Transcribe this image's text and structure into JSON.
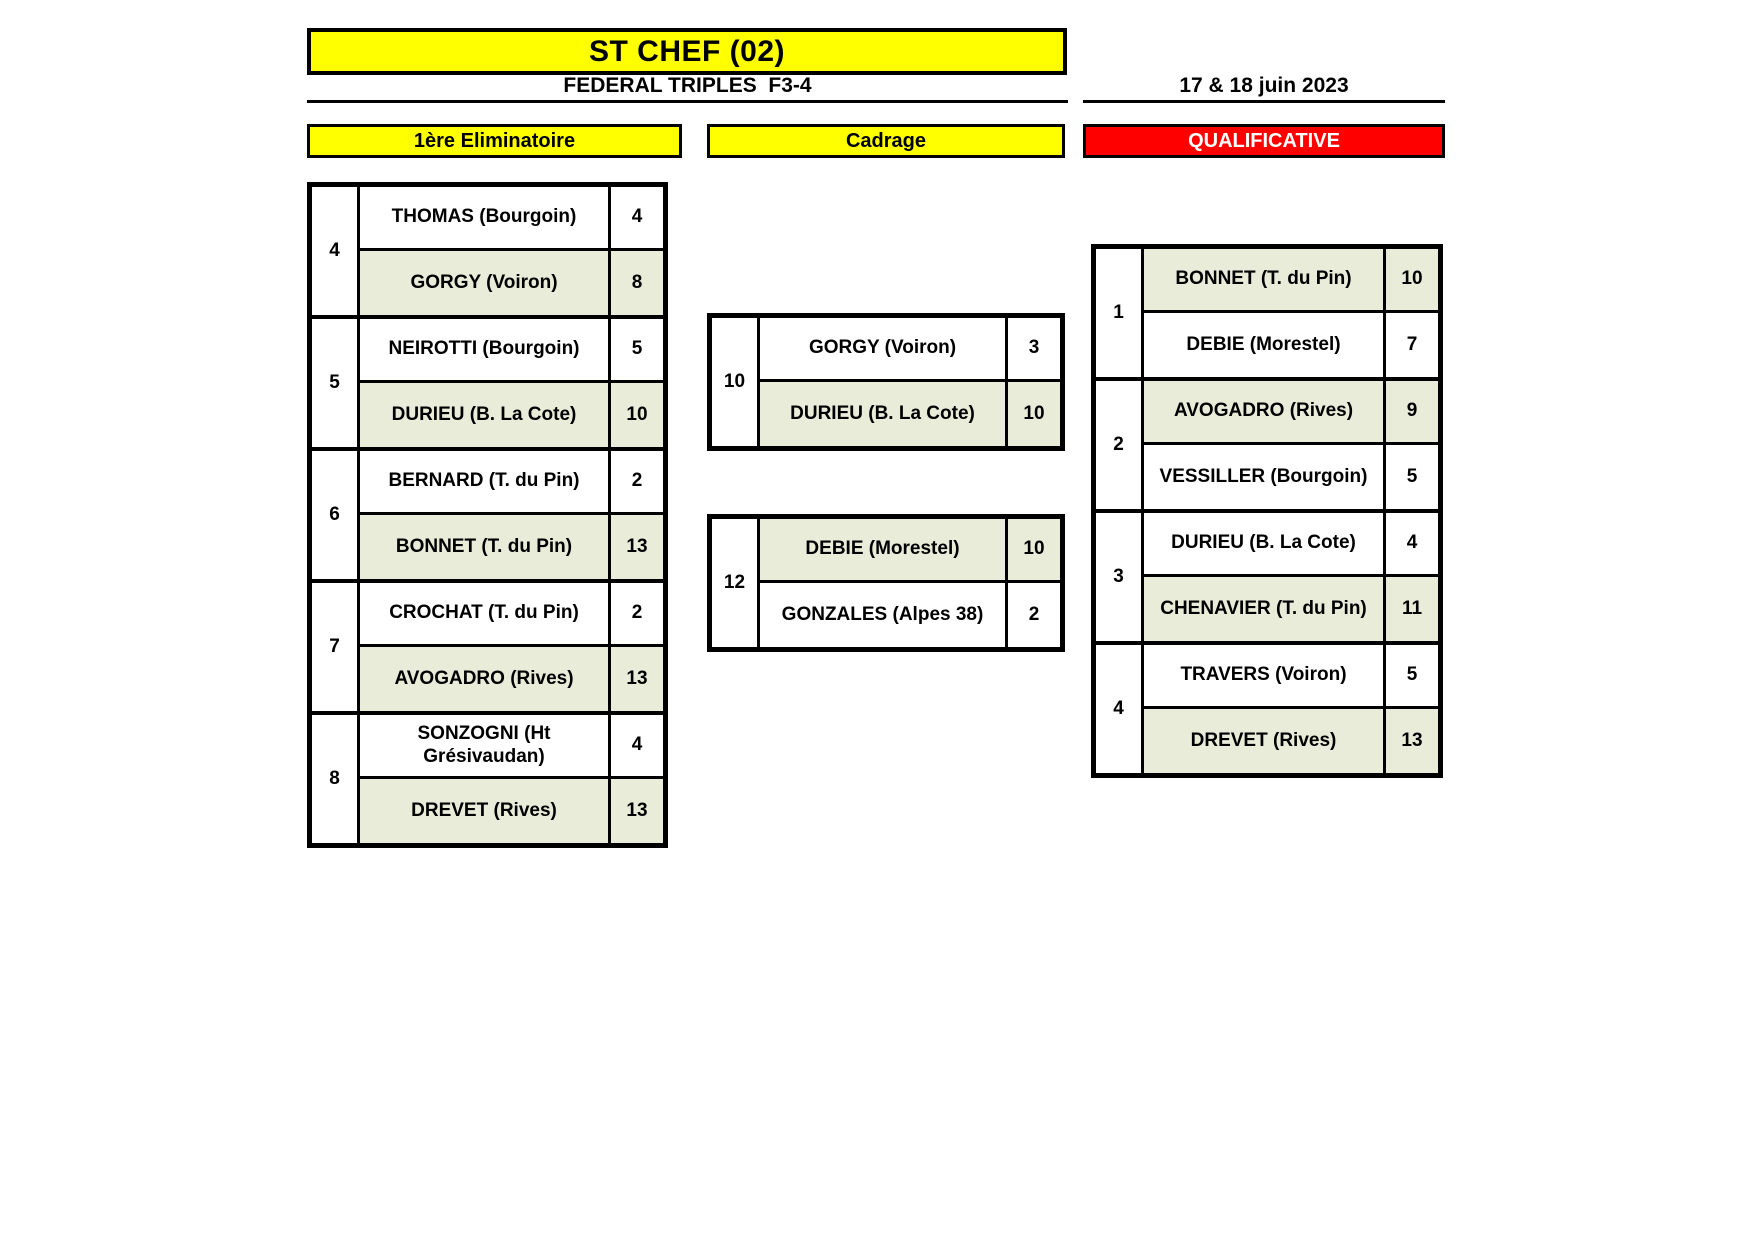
{
  "header": {
    "title": "ST CHEF (02)",
    "subtitle": "FEDERAL TRIPLES  F3-4",
    "date": "17 & 18 juin 2023"
  },
  "colors": {
    "banner_yellow": "#ffff00",
    "qualificative_red": "#ff0000",
    "winner_row_bg": "#e9ecd9",
    "border_black": "#000000"
  },
  "columns": [
    {
      "label": "1ère Eliminatoire"
    },
    {
      "label": "Cadrage"
    },
    {
      "label": "QUALIFICATIVE"
    }
  ],
  "brackets": {
    "eliminatoire": {
      "matches": [
        {
          "num": "4",
          "rows": [
            {
              "name": "THOMAS (Bourgoin)",
              "score": "4",
              "winner": false
            },
            {
              "name": "GORGY (Voiron)",
              "score": "8",
              "winner": true
            }
          ]
        },
        {
          "num": "5",
          "rows": [
            {
              "name": "NEIROTTI (Bourgoin)",
              "score": "5",
              "winner": false
            },
            {
              "name": "DURIEU (B. La Cote)",
              "score": "10",
              "winner": true
            }
          ]
        },
        {
          "num": "6",
          "rows": [
            {
              "name": "BERNARD (T. du Pin)",
              "score": "2",
              "winner": false
            },
            {
              "name": "BONNET (T. du Pin)",
              "score": "13",
              "winner": true
            }
          ]
        },
        {
          "num": "7",
          "rows": [
            {
              "name": "CROCHAT (T. du Pin)",
              "score": "2",
              "winner": false
            },
            {
              "name": "AVOGADRO (Rives)",
              "score": "13",
              "winner": true
            }
          ]
        },
        {
          "num": "8",
          "rows": [
            {
              "name": "SONZOGNI (Ht Grésivaudan)",
              "score": "4",
              "winner": false
            },
            {
              "name": "DREVET (Rives)",
              "score": "13",
              "winner": true
            }
          ]
        }
      ]
    },
    "cadrage": {
      "matches": [
        {
          "num": "10",
          "rows": [
            {
              "name": "GORGY (Voiron)",
              "score": "3",
              "winner": false
            },
            {
              "name": "DURIEU (B. La Cote)",
              "score": "10",
              "winner": true
            }
          ]
        },
        {
          "num": "12",
          "rows": [
            {
              "name": "DEBIE (Morestel)",
              "score": "10",
              "winner": true
            },
            {
              "name": "GONZALES (Alpes 38)",
              "score": "2",
              "winner": false
            }
          ]
        }
      ]
    },
    "qualificative": {
      "matches": [
        {
          "num": "1",
          "rows": [
            {
              "name": "BONNET (T. du Pin)",
              "score": "10",
              "winner": true
            },
            {
              "name": "DEBIE (Morestel)",
              "score": "7",
              "winner": false
            }
          ]
        },
        {
          "num": "2",
          "rows": [
            {
              "name": "AVOGADRO (Rives)",
              "score": "9",
              "winner": true
            },
            {
              "name": "VESSILLER (Bourgoin)",
              "score": "5",
              "winner": false
            }
          ]
        },
        {
          "num": "3",
          "rows": [
            {
              "name": "DURIEU (B. La Cote)",
              "score": "4",
              "winner": false
            },
            {
              "name": "CHENAVIER (T. du Pin)",
              "score": "11",
              "winner": true
            }
          ]
        },
        {
          "num": "4",
          "rows": [
            {
              "name": "TRAVERS (Voiron)",
              "score": "5",
              "winner": false
            },
            {
              "name": "DREVET (Rives)",
              "score": "13",
              "winner": true
            }
          ]
        }
      ]
    }
  }
}
